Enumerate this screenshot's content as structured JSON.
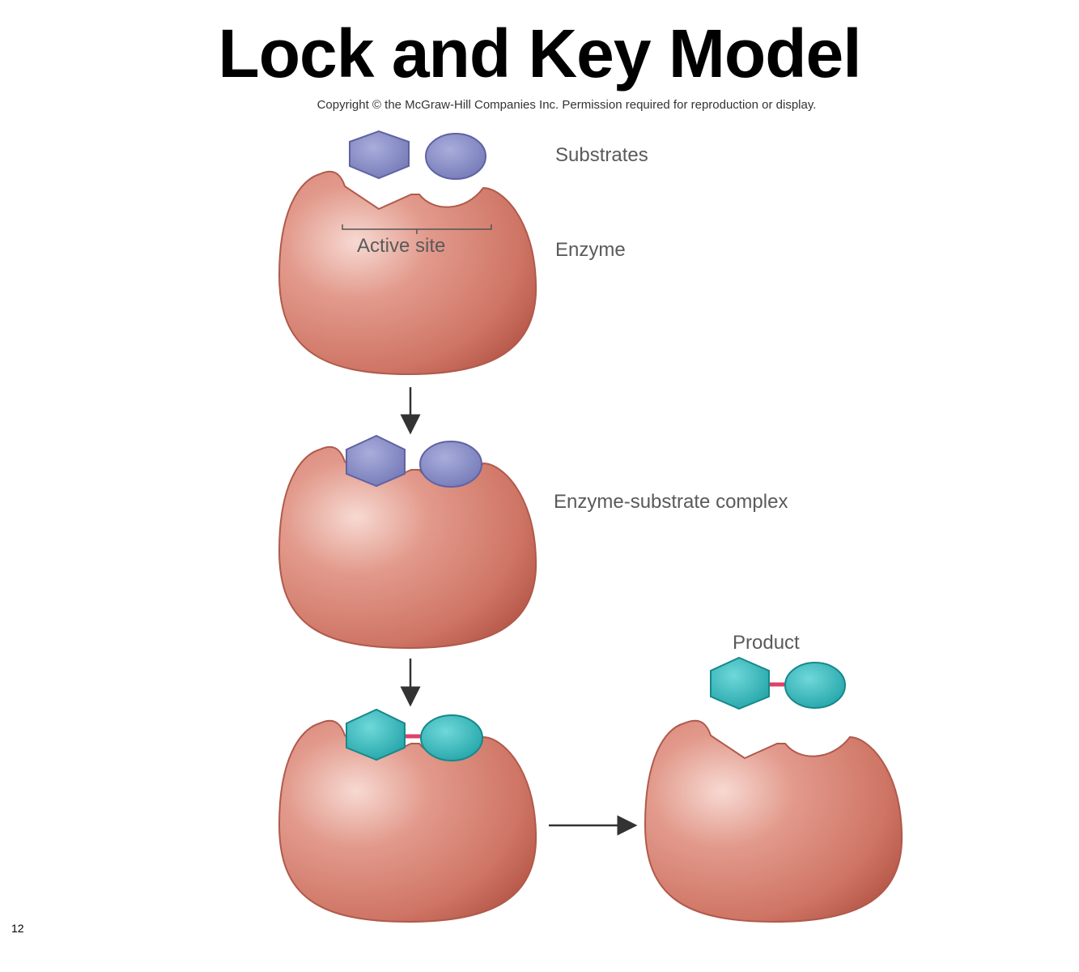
{
  "slide": {
    "title": "Lock and Key Model",
    "copyright": "Copyright © the McGraw-Hill Companies Inc. Permission required for reproduction or display.",
    "page_number": "12"
  },
  "labels": {
    "substrates": "Substrates",
    "active_site": "Active site",
    "enzyme": "Enzyme",
    "complex": "Enzyme-substrate complex",
    "product": "Product"
  },
  "colors": {
    "enzyme": "#d47a6c",
    "substrate": "#8a8fc6",
    "product": "#2ab5b8",
    "bond": "#e0406a",
    "arrow": "#333333"
  }
}
